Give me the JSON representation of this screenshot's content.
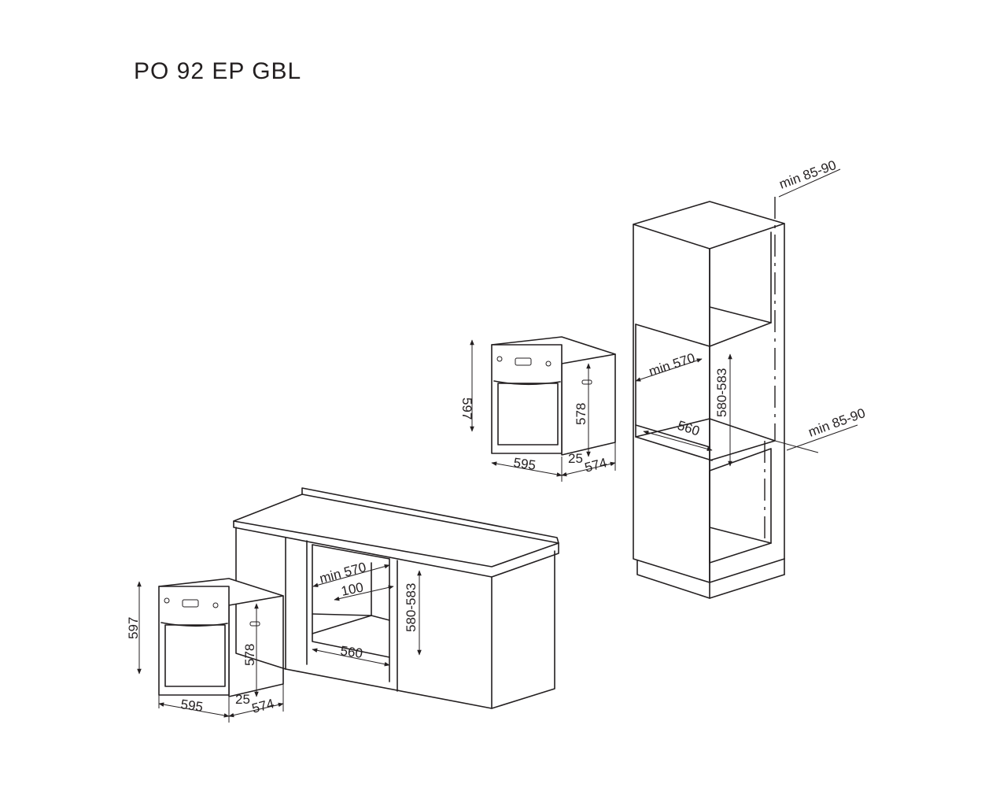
{
  "title": "PO 92 EP GBL",
  "dimensions": {
    "oven_height": "597",
    "oven_body_height": "578",
    "oven_width": "595",
    "front_depth": "25",
    "body_depth": "574",
    "niche_width_min": "min 570",
    "niche_depth": "560",
    "niche_height": "580-583",
    "rear_gap": "100",
    "vent_gap": "min 85-90"
  }
}
